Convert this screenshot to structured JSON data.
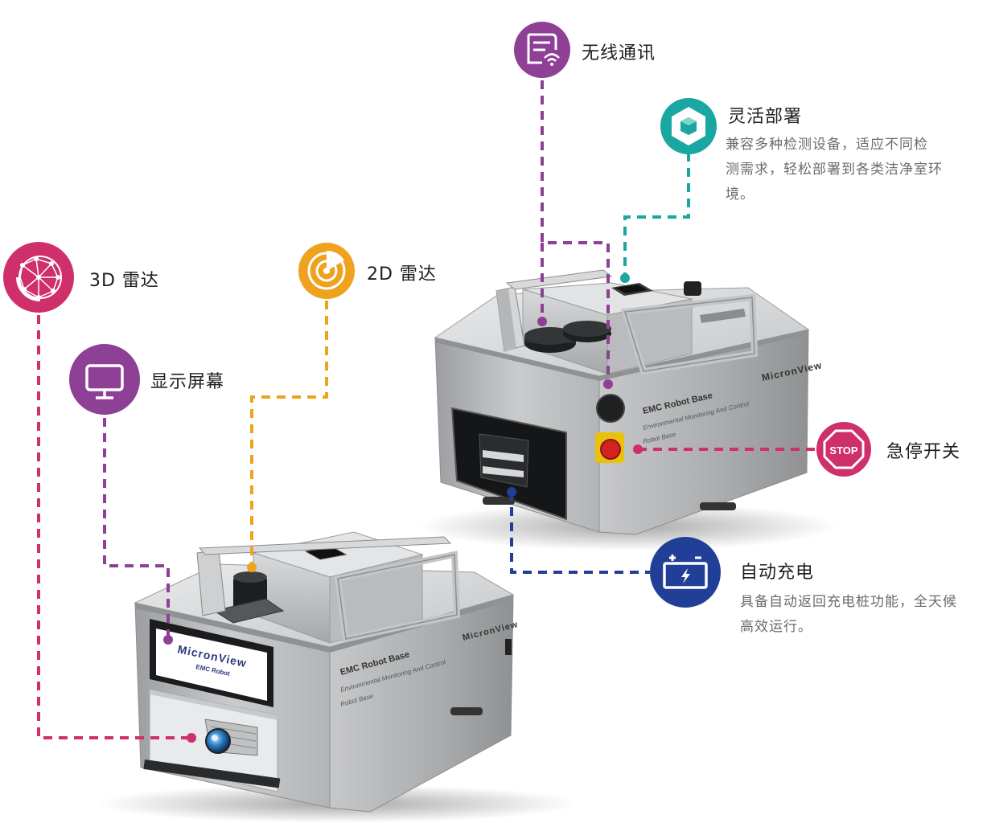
{
  "colors": {
    "purple": "#8e3f96",
    "teal": "#1aa7a1",
    "magenta": "#cf2f6a",
    "orange": "#eea21e",
    "navy": "#223f97"
  },
  "features": {
    "wireless": {
      "label": "无线通讯",
      "icon": "wifi-document-icon"
    },
    "flexible": {
      "label": "灵活部署",
      "icon": "hexagon-cube-icon",
      "desc": [
        "兼容多种检测设备，适应不同检",
        "测需求，轻松部署到各类洁净室环",
        "境。"
      ]
    },
    "lidar3d": {
      "label": "3D 雷达",
      "icon": "globe-network-icon"
    },
    "lidar2d": {
      "label": "2D 雷达",
      "icon": "radar-icon"
    },
    "display": {
      "label": "显示屏幕",
      "icon": "monitor-icon"
    },
    "estop": {
      "label": "急停开关",
      "icon": "stop-sign-icon"
    },
    "charging": {
      "label": "自动充电",
      "icon": "battery-icon",
      "desc": [
        "具备自动返回充电桩功能，全天候",
        "高效运行。"
      ]
    }
  },
  "robot_back": {
    "brand": "MicronView",
    "panel_title": "EMC Robot Base",
    "panel_line1": "Environmental Monitoring And Control",
    "panel_line2": "Robot Base"
  },
  "robot_front": {
    "brand": "MicronView",
    "screen_brand": "MicronView",
    "screen_sub": "EMC Robot",
    "panel_title": "EMC Robot Base",
    "panel_line1": "Environmental Monitoring And Control",
    "panel_line2": "Robot Base"
  },
  "stop_text": "STOP"
}
